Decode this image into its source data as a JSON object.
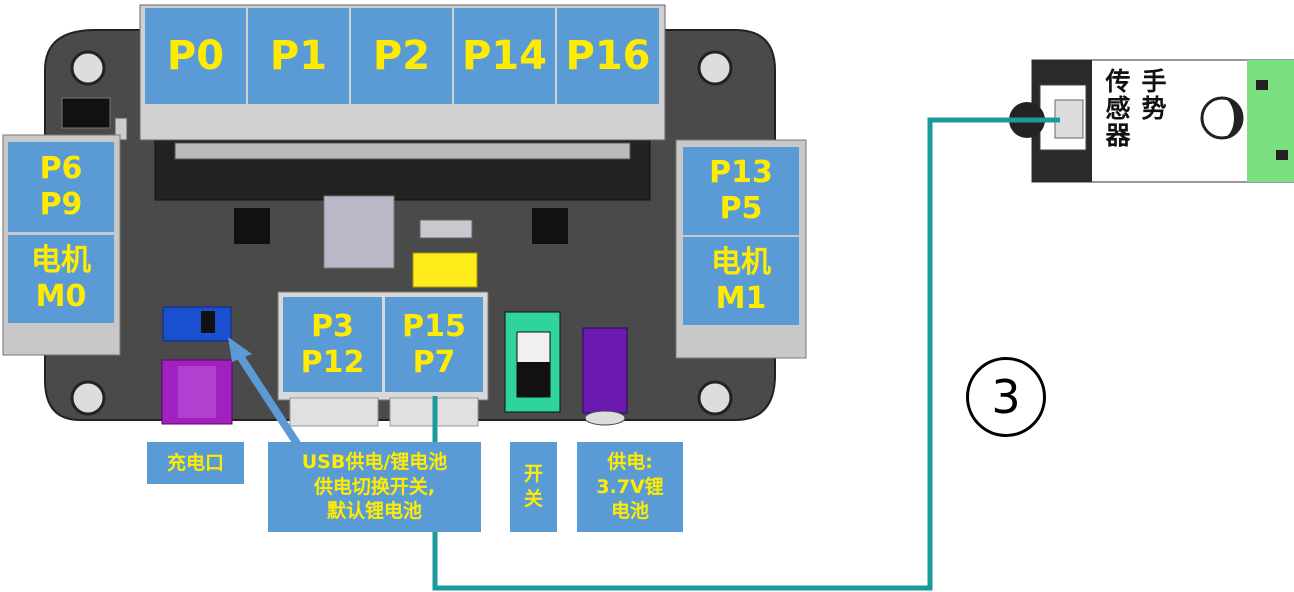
{
  "top_ports": [
    "P0",
    "P1",
    "P2",
    "P14",
    "P16"
  ],
  "left_block": {
    "pins": "P6\nP9",
    "motor": "电机\nM0"
  },
  "right_block": {
    "pins": "P13\nP5",
    "motor": "电机\nM1"
  },
  "center_ports": [
    {
      "label": "P3\nP12"
    },
    {
      "label": "P15\nP7"
    }
  ],
  "annotations": {
    "charge_port": "充电口",
    "power_switch_note": "USB供电/锂电池\n供电切换开关,\n默认锂电池",
    "switch": "开\n关",
    "battery": "供电:\n3.7V锂\n电池"
  },
  "sensor": {
    "name": "手势\n传感器"
  },
  "connection_number": "3",
  "colors": {
    "label_bg": "#5b9bd5",
    "label_text": "#ffeb00",
    "board": "#4a4a4a",
    "wire": "#1a9a9a",
    "arrow": "#5b9bd5"
  }
}
